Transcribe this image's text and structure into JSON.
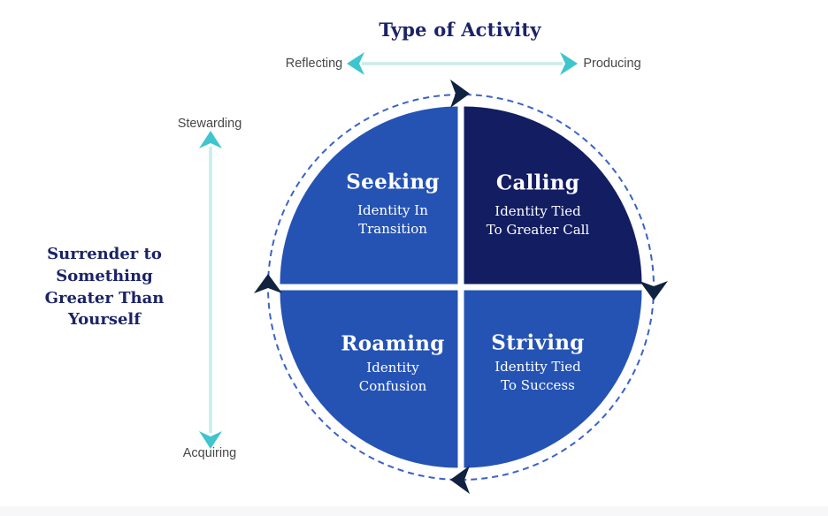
{
  "diagram": {
    "type": "quadrant-cycle",
    "rotation_direction": "clockwise"
  },
  "top_axis": {
    "title": "Type of Activity",
    "left_label": "Reflecting",
    "right_label": "Producing"
  },
  "left_axis": {
    "title": "Surrender to\nSomething\nGreater Than\nYourself",
    "top_label": "Stewarding",
    "bottom_label": "Acquiring"
  },
  "quadrants": {
    "top_left": {
      "title": "Seeking",
      "subtitle": "Identity In\nTransition"
    },
    "top_right": {
      "title": "Calling",
      "subtitle": "Identity Tied\nTo Greater Call"
    },
    "bottom_left": {
      "title": "Roaming",
      "subtitle": "Identity\nConfusion"
    },
    "bottom_right": {
      "title": "Striving",
      "subtitle": "Identity Tied\nTo Success"
    }
  },
  "colors": {
    "quadrant_blue": "#2553b4",
    "quadrant_navy": "#131d62",
    "ring_dash_blue": "#3a62c8",
    "ring_arrow_navy": "#112240",
    "axis_shaft_teal": "#c8ecec",
    "axis_arrow_teal": "#3ec5ce",
    "title_navy": "#1b2368",
    "label_gray": "#474747",
    "quadrant_text": "#ffffff"
  },
  "icons": {
    "ring_arrows": "clockwise-rotation-arrowheads",
    "axis_arrows": "double-headed-arrows"
  }
}
